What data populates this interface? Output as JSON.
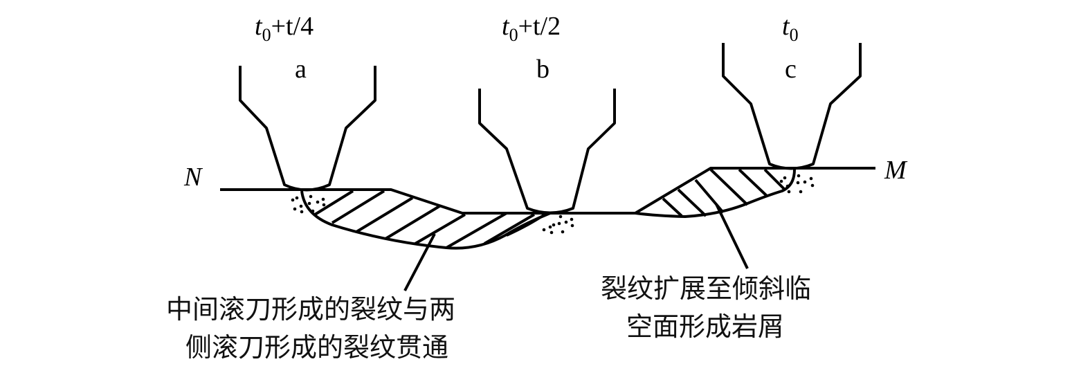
{
  "labels": {
    "a_time": {
      "base": "t",
      "sub": "0",
      "rest": "+t/4"
    },
    "b_time": {
      "base": "t",
      "sub": "0",
      "rest": "+t/2"
    },
    "c_time": {
      "base": "t",
      "sub": "0"
    },
    "a": "a",
    "b": "b",
    "c": "c",
    "N": "N",
    "M": "M"
  },
  "annotations": {
    "left": [
      "中间滚刀形成的裂纹与两",
      "侧滚刀形成的裂纹贯通"
    ],
    "right": [
      "裂纹扩展至倾斜临",
      "空面形成岩屑"
    ]
  }
}
